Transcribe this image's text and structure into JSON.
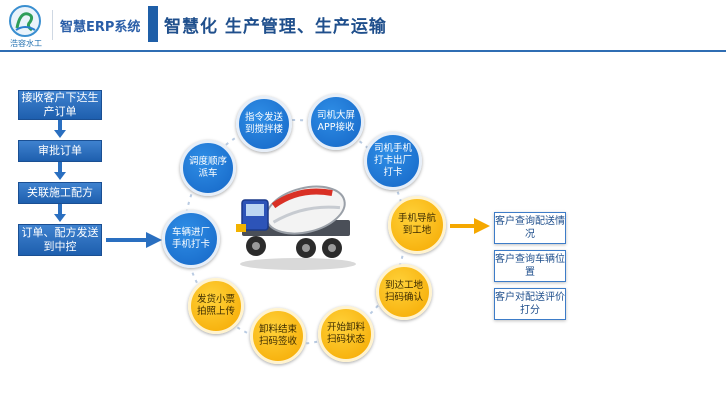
{
  "header": {
    "logo_text": "浩容水工",
    "system_name": "智慧ERP系统",
    "title": "智慧化  生产管理、生产运输"
  },
  "left_steps": [
    "接收客户下达生产订单",
    "审批订单",
    "关联施工配方",
    "订单、配方发送到中控"
  ],
  "cycle_steps": [
    {
      "label": "车辆进厂手机打卡",
      "color": "blue"
    },
    {
      "label": "调度顺序派车",
      "color": "blue"
    },
    {
      "label": "指令发送到搅拌楼",
      "color": "blue"
    },
    {
      "label": "司机大屏APP接收",
      "color": "blue"
    },
    {
      "label": "司机手机打卡出厂打卡",
      "color": "blue"
    },
    {
      "label": "手机导航到工地",
      "color": "yellow"
    },
    {
      "label": "到达工地扫码确认",
      "color": "yellow"
    },
    {
      "label": "开始卸料扫码状态",
      "color": "yellow"
    },
    {
      "label": "卸料结束扫码签收",
      "color": "yellow"
    },
    {
      "label": "发货小票拍照上传",
      "color": "yellow"
    }
  ],
  "right_boxes": [
    "客户查询配送情况",
    "客户查询车辆位置",
    "客户对配送评价打分"
  ],
  "colors": {
    "primary_blue": "#1f5fa8",
    "circle_blue": "#1a6fd1",
    "circle_yellow": "#f7b500"
  }
}
